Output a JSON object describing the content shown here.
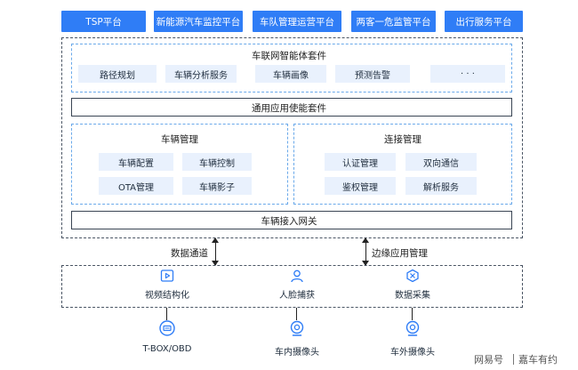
{
  "platforms": [
    "TSP平台",
    "新能源汽车监控平台",
    "车队管理运营平台",
    "两客一危监管平台",
    "出行服务平台"
  ],
  "iov_suite": {
    "title": "车联网智能体套件",
    "items": [
      "路径规划",
      "车辆分析服务",
      "车辆画像",
      "预测告警",
      "· · ·"
    ]
  },
  "general_suite": "通用应用使能套件",
  "vehicle_mgmt": {
    "title": "车辆管理",
    "items": [
      "车辆配置",
      "车辆控制",
      "OTA管理",
      "车辆影子"
    ]
  },
  "conn_mgmt": {
    "title": "连接管理",
    "items": [
      "认证管理",
      "双向通信",
      "鉴权管理",
      "解析服务"
    ]
  },
  "gateway": "车辆接入网关",
  "links": {
    "data_channel": "数据通道",
    "edge_mgmt": "边缘应用管理"
  },
  "edge_apps": [
    {
      "icon": "video-icon",
      "label": "视频结构化"
    },
    {
      "icon": "face-icon",
      "label": "人脸捕获"
    },
    {
      "icon": "data-collect-icon",
      "label": "数据采集"
    }
  ],
  "devices": [
    {
      "icon": "tbox-icon",
      "label": "T-BOX/OBD"
    },
    {
      "icon": "camera-icon",
      "label": "车内摄像头"
    },
    {
      "icon": "camera-icon",
      "label": "车外摄像头"
    }
  ],
  "watermark": {
    "brand": "网易号",
    "author": "嘉车有约"
  },
  "colors": {
    "accent": "#2f7df6",
    "chip_bg": "#e9f1fd",
    "dashed_blue": "#6aa9ea"
  }
}
